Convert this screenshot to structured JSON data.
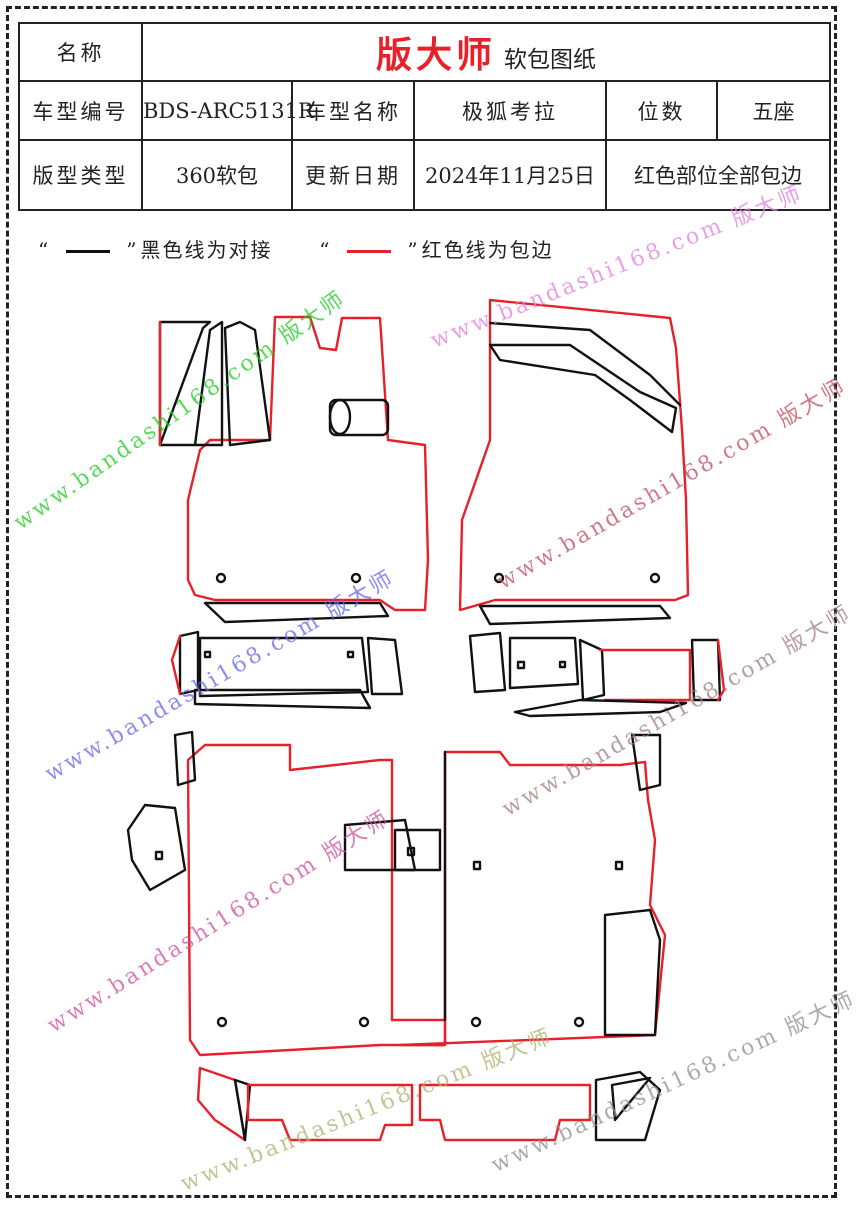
{
  "header": {
    "name_label": "名称",
    "brand": "版大师",
    "doc_title": "软包图纸"
  },
  "spec": {
    "model_code_label": "车型编号",
    "model_code": "BDS-ARC5131R",
    "model_name_label": "车型名称",
    "model_name": "极狐考拉",
    "seats_label": "位数",
    "seats": "五座",
    "layout_type_label": "版型类型",
    "layout_type": "360软包",
    "update_date_label": "更新日期",
    "update_date": "2024年11月25日",
    "note": "红色部位全部包边"
  },
  "legend": {
    "open_quote": "“",
    "close_quote": "”",
    "black_text": "黑色线为对接",
    "red_text": "红色线为包边"
  },
  "watermark": {
    "site": "www.bandashi168.com",
    "brand": "版大师"
  },
  "colors": {
    "black_line": "#111111",
    "red_line": "#e8202a"
  }
}
